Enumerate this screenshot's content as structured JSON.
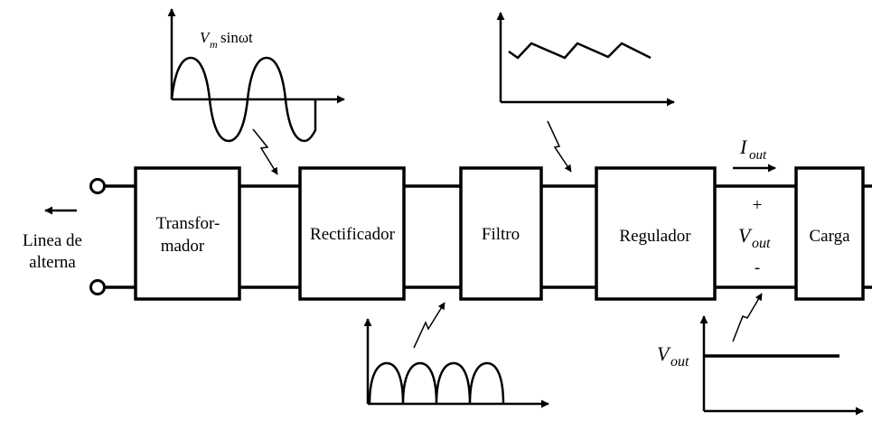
{
  "diagram": {
    "blocks": {
      "transformer_line1": "Transfor-",
      "transformer_line2": "mador",
      "rectifier": "Rectificador",
      "filter": "Filtro",
      "regulator": "Regulador",
      "load": "Carga"
    },
    "input": {
      "line1": "Linea de",
      "line2": "alterna"
    },
    "output": {
      "current_symbol": "I",
      "current_subscript": "out",
      "plus": "+",
      "minus": "-",
      "voltage_symbol": "V",
      "voltage_subscript": "out"
    },
    "waveforms": {
      "sine_label_v": "V",
      "sine_label_sub": "m",
      "sine_label_rest": "sinωt",
      "regulated_label_symbol": "V",
      "regulated_label_sub": "out"
    }
  }
}
